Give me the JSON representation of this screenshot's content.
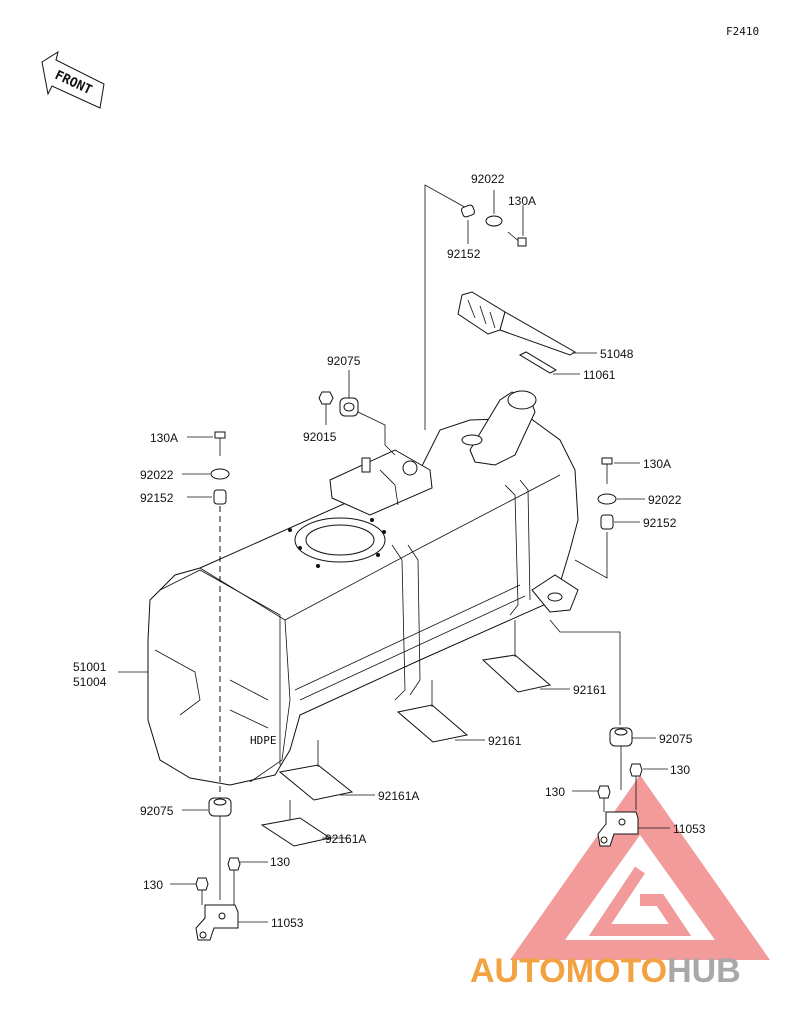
{
  "figure_code": "F2410",
  "front_label": "FRONT",
  "callouts": {
    "p92022_top": "92022",
    "p130A_top": "130A",
    "p92152_top": "92152",
    "p51048": "51048",
    "p11061": "11061",
    "p92075_top": "92075",
    "p92015": "92015",
    "p130A_left": "130A",
    "p92022_left": "92022",
    "p92152_left": "92152",
    "p130A_right": "130A",
    "p92022_right": "92022",
    "p92152_right": "92152",
    "p51001": "51001",
    "p51004": "51004",
    "p92161_a": "92161",
    "p92161_b": "92161",
    "p92161A_a": "92161A",
    "p92161A_b": "92161A",
    "p92075_left": "92075",
    "p92075_right": "92075",
    "p130_r1": "130",
    "p130_r2": "130",
    "p11053_right": "11053",
    "p130_l1": "130",
    "p130_l2": "130",
    "p11053_left": "11053"
  },
  "tank_marking": "HDPE",
  "watermark": {
    "part1": "AUTOMOTO",
    "part2": "HUB",
    "color_triangle": "#f06a6a",
    "color_text": "#f2a240",
    "color_hub": "#a8a8a8"
  }
}
